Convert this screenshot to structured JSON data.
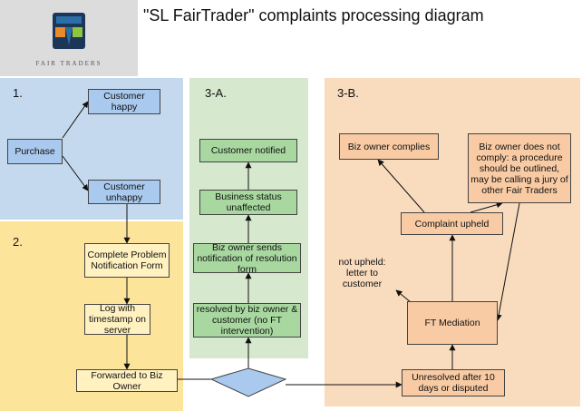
{
  "title": "\"SL FairTrader\" complaints processing diagram",
  "logo": {
    "text": "FAIR TRADERS"
  },
  "panels": {
    "p1": {
      "label": "1.",
      "color": "#c5d9ee"
    },
    "p2": {
      "label": "2.",
      "color": "#fde49b"
    },
    "p3a": {
      "label": "3-A.",
      "color": "#d6e8cd"
    },
    "p3b": {
      "label": "3-B.",
      "color": "#f9dbbd"
    }
  },
  "nodes": {
    "purchase": "Purchase",
    "customer_happy": "Customer happy",
    "customer_unhappy": "Customer unhappy",
    "complete_form": "Complete Problem Notification Form",
    "log_timestamp": "Log with timestamp on server",
    "forwarded": "Forwarded to Biz Owner",
    "resolved": "resolved by biz owner & customer (no FT intervention)",
    "biz_sends": "Biz owner sends notification of resolution form",
    "business_status": "Business status unaffected",
    "customer_notified": "Customer notified",
    "unresolved": "Unresolved after 10 days or disputed",
    "ft_mediation": "FT Mediation",
    "not_upheld": "not upheld: letter to customer",
    "complaint_upheld": "Complaint upheld",
    "biz_complies": "Biz owner complies",
    "biz_not_comply": "Biz owner does not comply: a procedure should be outlined, may be calling a jury of other Fair Traders"
  },
  "colors": {
    "logo_blue": "#2b6fa8",
    "logo_orange": "#e98a2b",
    "logo_green": "#8cc63f",
    "logo_dark": "#1d3557"
  }
}
